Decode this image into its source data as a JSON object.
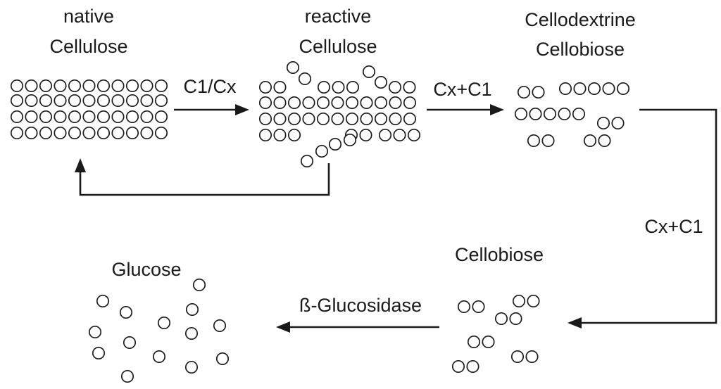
{
  "stages": {
    "native": {
      "line1": "native",
      "line2": "Cellulose"
    },
    "reactive": {
      "line1": "reactive",
      "line2": "Cellulose"
    },
    "cellodextrine": {
      "line1": "Cellodextrine",
      "line2": "Cellobiose"
    },
    "cellobiose": {
      "label": "Cellobiose"
    },
    "glucose": {
      "label": "Glucose"
    }
  },
  "enzymes": {
    "native_to_reactive": "C1/Cx",
    "reactive_to_cellodextrine": "Cx+C1",
    "cellodextrine_to_cellobiose": "Cx+C1",
    "cellobiose_to_glucose": "ß-Glucosidase"
  },
  "colors": {
    "ink": "#1a1a1a",
    "background": "#ffffff"
  }
}
